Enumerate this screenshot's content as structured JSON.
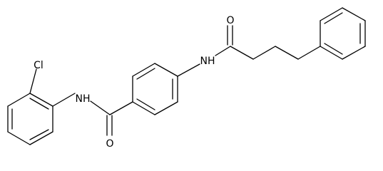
{
  "molecule": {
    "atoms": [
      {
        "id": "cl",
        "text": "Cl"
      },
      {
        "id": "nh-left",
        "text": "NH"
      },
      {
        "id": "o-amide",
        "text": "O"
      },
      {
        "id": "nh-right",
        "text": "NH"
      },
      {
        "id": "o-ketone",
        "text": "O"
      }
    ]
  }
}
